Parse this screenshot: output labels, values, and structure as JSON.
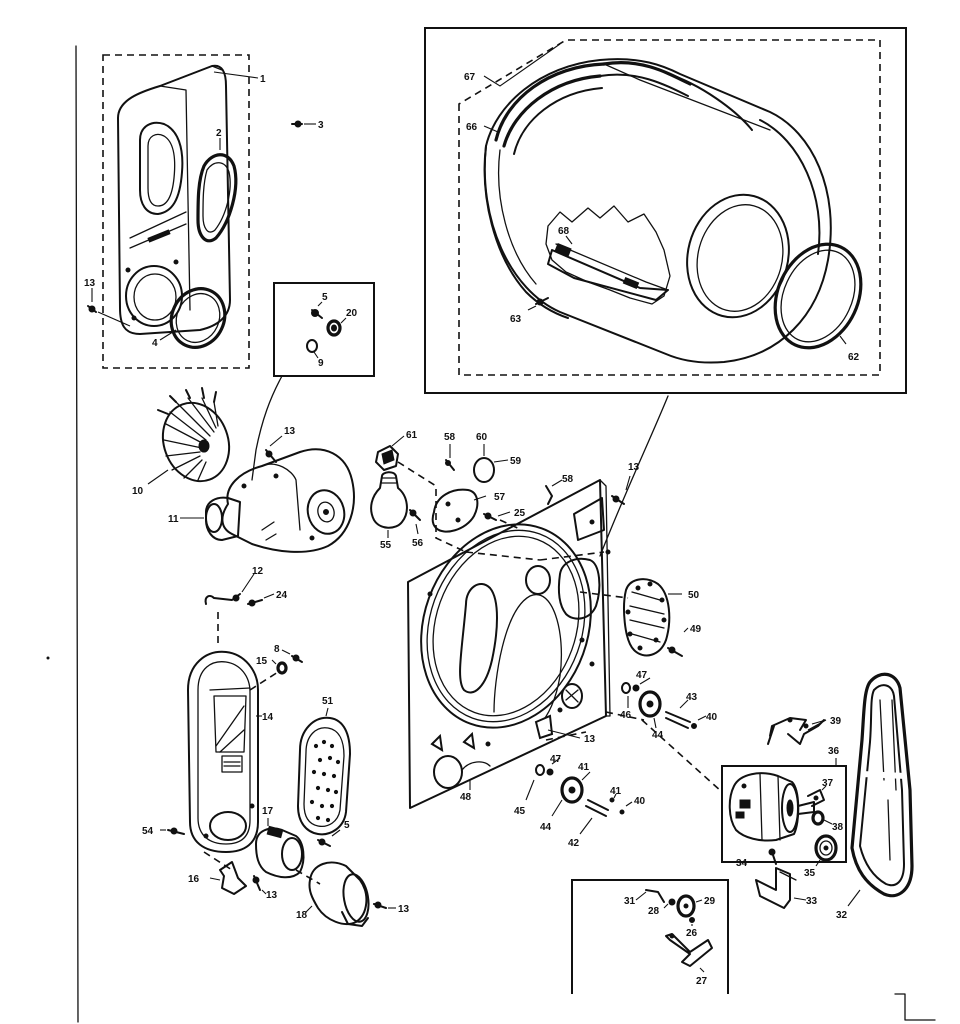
{
  "diagram": {
    "part_numbers": {
      "p1": "1",
      "p2": "2",
      "p3": "3",
      "p4": "4",
      "p13a": "13",
      "p5a": "5",
      "p20": "20",
      "p9": "9",
      "p67": "67",
      "p66": "66",
      "p68": "68",
      "p63": "63",
      "p62": "62",
      "p10": "10",
      "p11": "11",
      "p13b": "13",
      "p61": "61",
      "p58a": "58",
      "p60": "60",
      "p59": "59",
      "p57": "57",
      "p25": "25",
      "p56": "56",
      "p55": "55",
      "p58b": "58",
      "p13c": "13",
      "p12": "12",
      "p24": "24",
      "p8": "8",
      "p15": "15",
      "p14": "14",
      "p51": "51",
      "p17": "17",
      "p5b": "5",
      "p54": "54",
      "p16": "16",
      "p13d": "13",
      "p18": "18",
      "p13e": "13",
      "p50": "50",
      "p49": "49",
      "p47a": "47",
      "p46": "46",
      "p43": "43",
      "p40a": "40",
      "p44a": "44",
      "p13f": "13",
      "p47b": "47",
      "p45": "45",
      "p41a": "41",
      "p44b": "44",
      "p41b": "41",
      "p40b": "40",
      "p42": "42",
      "p48": "48",
      "p39": "39",
      "p36": "36",
      "p37": "37",
      "p38": "38",
      "p34": "34",
      "p35": "35",
      "p33": "33",
      "p32": "32",
      "p31": "31",
      "p28": "28",
      "p29": "29",
      "p26": "26",
      "p27": "27"
    }
  }
}
